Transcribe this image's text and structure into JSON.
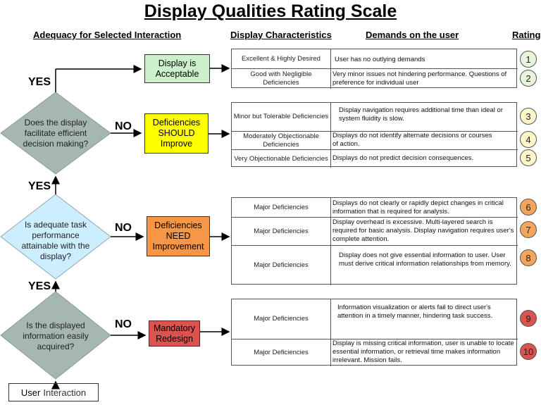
{
  "title": "Display Qualities Rating Scale",
  "headers": {
    "adequacy": "Adequacy for Selected Interaction",
    "characteristics": "Display Characteristics",
    "demands_prefix": "Demands on the ",
    "demands_user": "user",
    "rating": "Rating"
  },
  "decisions": [
    {
      "question": "Does the display facilitate efficient decision making?",
      "yes": "YES",
      "no": "NO"
    },
    {
      "question": "Is adequate task performance attainable with the display?",
      "yes": "YES",
      "no": "NO"
    },
    {
      "question": "Is the displayed information easily acquired?",
      "yes": "YES",
      "no": "NO"
    }
  ],
  "outcomes": [
    {
      "text": "Display is Acceptable",
      "color": "#ccf0cc"
    },
    {
      "text": "Deficiencies SHOULD Improve",
      "color": "#ffff00"
    },
    {
      "text": "Deficiencies NEED Improvement",
      "color": "#f79646"
    },
    {
      "text": "Mandatory Redesign",
      "color": "#d9534f"
    }
  ],
  "groups": [
    {
      "rows": [
        {
          "char": "Excellent & Highly Desired",
          "demand": "User has no outlying demands",
          "rating": "1"
        },
        {
          "char": "Good with Negligible Deficiencies",
          "demand": "Very minor issues not hindering performance. Questions of preference for individual user",
          "rating": "2"
        }
      ],
      "circle_color": "#e6f5dc"
    },
    {
      "rows": [
        {
          "char": "Minor but Tolerable Deficiencies",
          "demand": "Display navigation requires additional time than ideal or system fluidity is slow.",
          "rating": "3"
        },
        {
          "char": "Moderately Objectionable Deficiencies",
          "demand": "Displays do not identify alternate decisions or courses of action.",
          "rating": "4"
        },
        {
          "char": "Very Objectionable Deficiencies",
          "demand": "Displays do not predict decision consequences.",
          "rating": "5"
        }
      ],
      "circle_color": "#fdf6c8"
    },
    {
      "rows": [
        {
          "char": "Major Deficiencies",
          "demand": "Displays do not clearly or rapidly depict changes in critical information that is required for analysis.",
          "rating": "6"
        },
        {
          "char": "Major Deficiencies",
          "demand": "Display overhead is excessive. Multi-layered search is required for basic analysis. Display navigation requires user's complete attention.",
          "rating": "7"
        },
        {
          "char": "Major Deficiencies",
          "demand": "Display does not give essential information to user. User must derive critical information relationships from memory.",
          "rating": "8"
        }
      ],
      "circle_color": "#f5a45c"
    },
    {
      "rows": [
        {
          "char": "Major Deficiencies",
          "demand": "Information visualization or alerts fail to direct user's attention in a timely manner, hindering task success.",
          "rating": "9"
        },
        {
          "char": "Major Deficiencies",
          "demand": "Display is missing critical information, user is unable to locate essential information, or retrieval time makes information irrelevant. Mission fails.",
          "rating": "10"
        }
      ],
      "circle_color": "#d9534f"
    }
  ],
  "user_box": {
    "user": "User",
    "interaction": "Interaction"
  }
}
